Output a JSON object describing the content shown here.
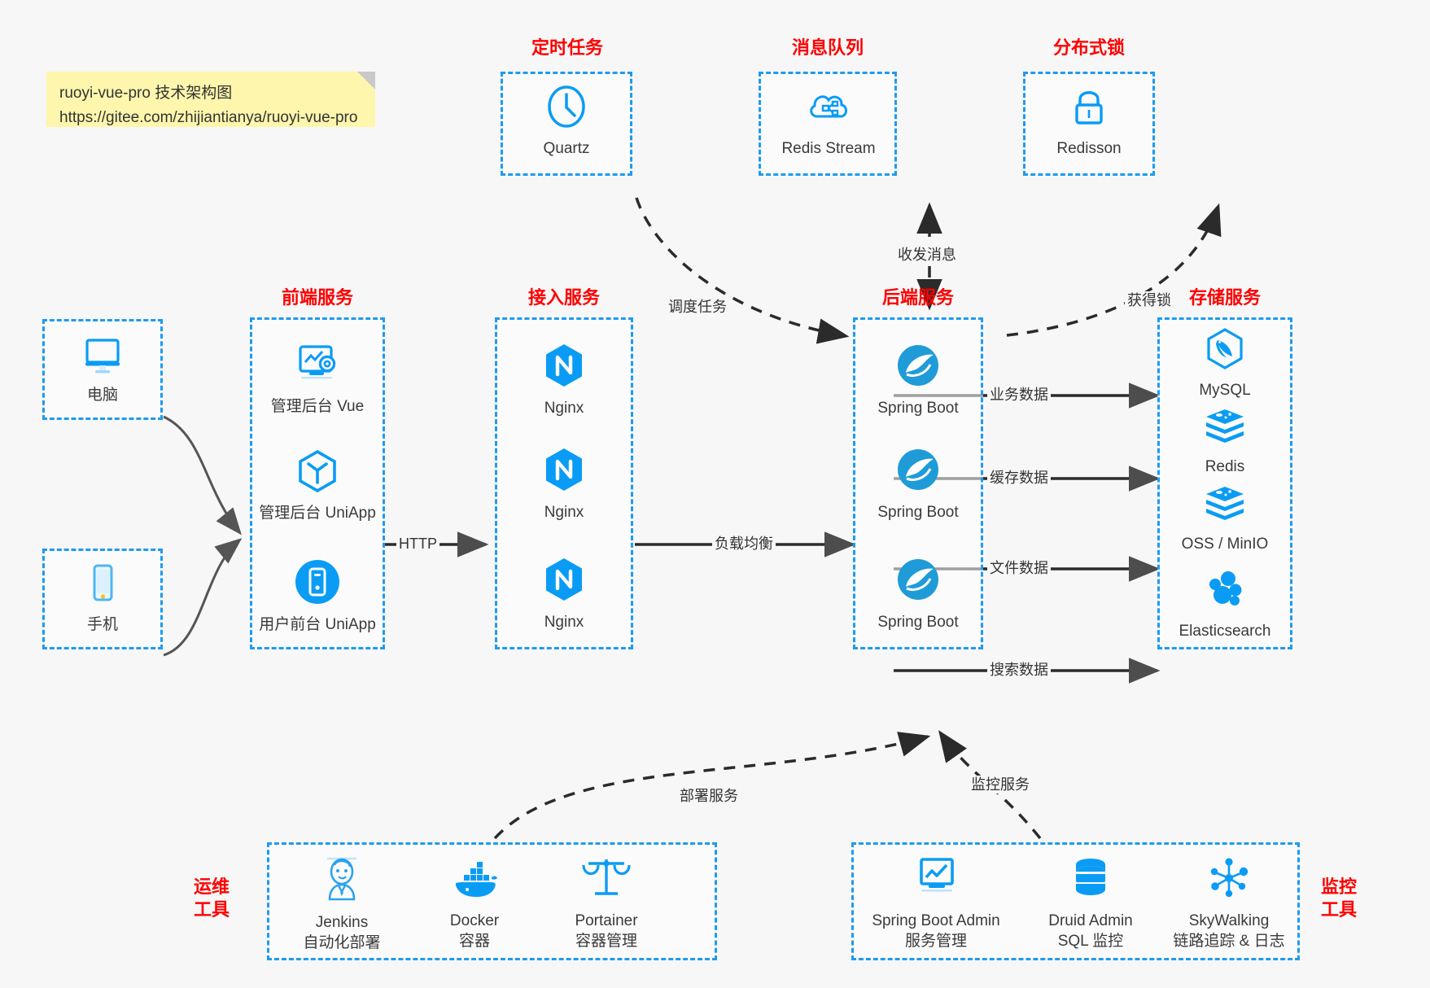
{
  "note": {
    "line1": "ruoyi-vue-pro 技术架构图",
    "line2": "https://gitee.com/zhijiantianya/ruoyi-vue-pro"
  },
  "colors": {
    "accent_blue": "#1e9bf0",
    "icon_blue": "#0a9cf5",
    "caption_red": "#ff0000",
    "edge_gray": "#4d4d4d",
    "background": "#f7f7f7",
    "note_yellow": "#fdf6ac"
  },
  "groups": {
    "scheduled_task": {
      "caption": "定时任务"
    },
    "message_queue": {
      "caption": "消息队列"
    },
    "distributed_lock": {
      "caption": "分布式锁"
    },
    "frontend": {
      "caption": "前端服务"
    },
    "gateway": {
      "caption": "接入服务"
    },
    "backend": {
      "caption": "后端服务"
    },
    "storage": {
      "caption": "存储服务"
    },
    "devops": {
      "caption_line1": "运维",
      "caption_line2": "工具"
    },
    "monitor": {
      "caption_line1": "监控",
      "caption_line2": "工具"
    }
  },
  "nodes": {
    "quartz": {
      "label": "Quartz",
      "icon": "clock-icon"
    },
    "redis_stream": {
      "label": "Redis Stream",
      "icon": "cloud-network-icon"
    },
    "redisson": {
      "label": "Redisson",
      "icon": "lock-icon"
    },
    "pc": {
      "label": "电脑",
      "icon": "desktop-monitor-icon"
    },
    "mobile": {
      "label": "手机",
      "icon": "smartphone-icon"
    },
    "admin_vue": {
      "label": "管理后台 Vue",
      "icon": "dashboard-gear-icon"
    },
    "admin_uniapp": {
      "label": "管理后台 UniApp",
      "icon": "uniapp-cube-icon"
    },
    "user_uniapp": {
      "label": "用户前台 UniApp",
      "icon": "mobile-circle-icon"
    },
    "nginx1": {
      "label": "Nginx",
      "icon": "nginx-icon"
    },
    "nginx2": {
      "label": "Nginx",
      "icon": "nginx-icon"
    },
    "nginx3": {
      "label": "Nginx",
      "icon": "nginx-icon"
    },
    "springboot1": {
      "label": "Spring Boot",
      "icon": "spring-leaf-icon"
    },
    "springboot2": {
      "label": "Spring Boot",
      "icon": "spring-leaf-icon"
    },
    "springboot3": {
      "label": "Spring Boot",
      "icon": "spring-leaf-icon"
    },
    "mysql": {
      "label": "MySQL",
      "icon": "mysql-dolphin-icon"
    },
    "redis": {
      "label": "Redis",
      "icon": "redis-stack-icon"
    },
    "oss": {
      "label": "OSS / MinIO",
      "icon": "redis-stack-icon"
    },
    "elasticsearch": {
      "label": "Elasticsearch",
      "icon": "elasticsearch-icon"
    },
    "jenkins": {
      "label": "Jenkins",
      "sub": "自动化部署",
      "icon": "jenkins-butler-icon"
    },
    "docker": {
      "label": "Docker",
      "sub": "容器",
      "icon": "docker-whale-icon"
    },
    "portainer": {
      "label": "Portainer",
      "sub": "容器管理",
      "icon": "scales-icon"
    },
    "sba": {
      "label": "Spring Boot Admin",
      "sub": "服务管理",
      "icon": "monitor-chart-icon"
    },
    "druid": {
      "label": "Druid Admin",
      "sub": "SQL 监控",
      "icon": "database-icon"
    },
    "skywalking": {
      "label": "SkyWalking",
      "sub": "链路追踪 & 日志",
      "icon": "skywalking-node-icon"
    }
  },
  "edges": [
    {
      "id": "schedule",
      "label": "调度任务"
    },
    {
      "id": "message",
      "label": "收发消息"
    },
    {
      "id": "lock",
      "label": "获得锁"
    },
    {
      "id": "http",
      "label": "HTTP"
    },
    {
      "id": "loadbalance",
      "label": "负载均衡"
    },
    {
      "id": "business-data",
      "label": "业务数据"
    },
    {
      "id": "cache-data",
      "label": "缓存数据"
    },
    {
      "id": "file-data",
      "label": "文件数据"
    },
    {
      "id": "search-data",
      "label": "搜索数据"
    },
    {
      "id": "deploy",
      "label": "部署服务"
    },
    {
      "id": "monitor",
      "label": "监控服务"
    }
  ]
}
